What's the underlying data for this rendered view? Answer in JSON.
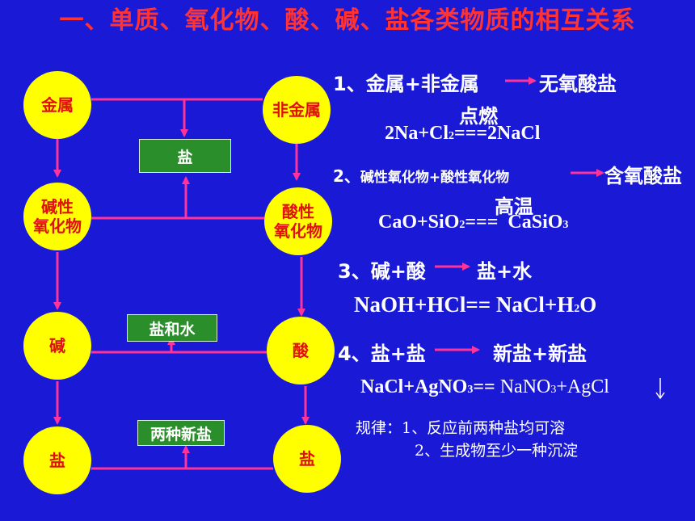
{
  "title": "一、单质、氧化物、酸、碱、盐各类物质的相互关系",
  "nodes": {
    "metal": "金属",
    "nonmetal": "非金属",
    "basic_oxide": [
      "碱性",
      "氧化物"
    ],
    "acidic_oxide": [
      "酸性",
      "氧化物"
    ],
    "base": "碱",
    "acid": "酸",
    "salt_left": "盐",
    "salt_right": "盐"
  },
  "boxes": {
    "salt": "盐",
    "salt_water": "盐和水",
    "two_new_salts": "两种新盐"
  },
  "rules": [
    {
      "num": "1",
      "sep": "、",
      "left": "金属",
      "plus": "+",
      "right": "非金属",
      "product": "无氧酸盐",
      "condition": "点燃",
      "equation": {
        "left": "2Na+Cl",
        "sub": "2",
        "mid": "===",
        "right": "2NaCl"
      }
    },
    {
      "num": "2",
      "sep": "、",
      "left": "碱性氧化物+酸性氧化物",
      "product": "含氧酸盐",
      "condition": "高温",
      "equation": {
        "left": "CaO+SiO",
        "sub": "2",
        "mid": "===",
        "right": "CaSiO",
        "sub2": "3"
      }
    },
    {
      "num": "3",
      "sep": "、",
      "left": "碱+酸",
      "product": "盐+水",
      "equation": {
        "left": "NaOH+HCl== NaCl+H",
        "sub": "2",
        "right": "O"
      }
    },
    {
      "num": "4",
      "sep": "、",
      "left": "盐+盐",
      "product": "新盐+新盐",
      "equation": {
        "left": "NaCl+AgNO",
        "sub": "3",
        "mid": "== ",
        "right": "NaNO",
        "sub2": "3",
        "right2": "+AgCl"
      }
    }
  ],
  "rule_notes": {
    "label": "规律：",
    "items": [
      "1、反应前两种盐均可溶",
      "2、生成物至少一种沉淀"
    ]
  },
  "colors": {
    "background": "#1a1ad6",
    "title": "#ff3333",
    "node_fill": "#ffff00",
    "node_text": "#e01010",
    "box_fill": "#2a8f2a",
    "line": "#ff3399"
  }
}
